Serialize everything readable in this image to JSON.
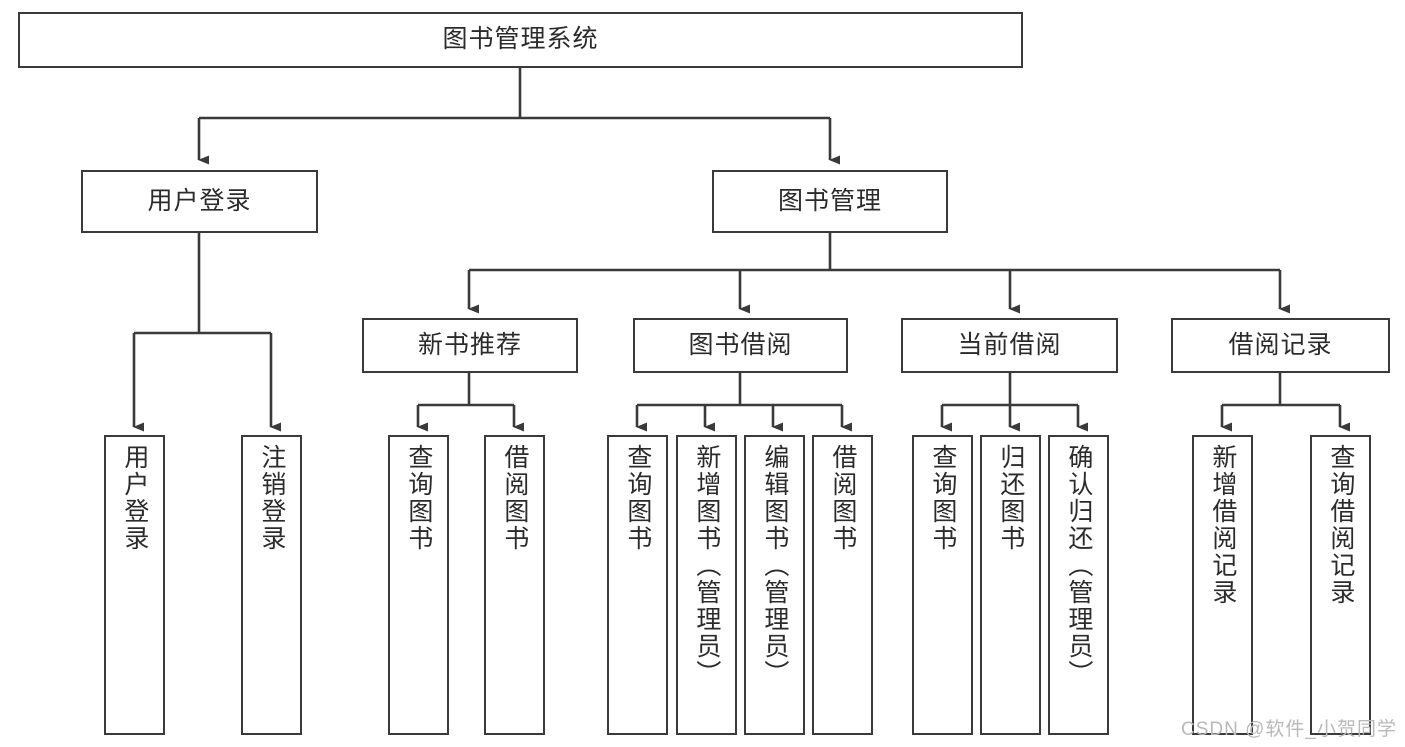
{
  "diagram": {
    "title": "图书管理系统",
    "type": "tree",
    "watermark": "CSDN @软件_小贺同学",
    "line_color": "#3a3a3a",
    "box_fill": "#ffffff",
    "text_color": "#2b2b2b",
    "nodes": {
      "root": {
        "label": "图书管理系统"
      },
      "user_login": {
        "label": "用户登录"
      },
      "book_manage": {
        "label": "图书管理"
      },
      "new_book_rec": {
        "label": "新书推荐"
      },
      "book_borrow": {
        "label": "图书借阅"
      },
      "current_borrow": {
        "label": "当前借阅"
      },
      "borrow_record": {
        "label": "借阅记录"
      },
      "leaf_user_login": {
        "label": "用户登录"
      },
      "leaf_user_logout": {
        "label": "注销登录"
      },
      "leaf_query_book_1": {
        "label": "查询图书"
      },
      "leaf_borrow_book_1": {
        "label": "借阅图书"
      },
      "leaf_query_book_2": {
        "label": "查询图书"
      },
      "leaf_add_book": {
        "label": "新增图书（管理员）"
      },
      "leaf_edit_book": {
        "label": "编辑图书（管理员）"
      },
      "leaf_borrow_book_2": {
        "label": "借阅图书"
      },
      "leaf_query_book_3": {
        "label": "查询图书"
      },
      "leaf_return_book": {
        "label": "归还图书"
      },
      "leaf_confirm_return": {
        "label": "确认归还（管理员）"
      },
      "leaf_add_record": {
        "label": "新增借阅记录"
      },
      "leaf_query_record": {
        "label": "查询借阅记录"
      }
    },
    "edges": [
      {
        "from": "root",
        "to": "user_login"
      },
      {
        "from": "root",
        "to": "book_manage"
      },
      {
        "from": "user_login",
        "to": "leaf_user_login"
      },
      {
        "from": "user_login",
        "to": "leaf_user_logout"
      },
      {
        "from": "book_manage",
        "to": "new_book_rec"
      },
      {
        "from": "book_manage",
        "to": "book_borrow"
      },
      {
        "from": "book_manage",
        "to": "current_borrow"
      },
      {
        "from": "book_manage",
        "to": "borrow_record"
      },
      {
        "from": "new_book_rec",
        "to": "leaf_query_book_1"
      },
      {
        "from": "new_book_rec",
        "to": "leaf_borrow_book_1"
      },
      {
        "from": "book_borrow",
        "to": "leaf_query_book_2"
      },
      {
        "from": "book_borrow",
        "to": "leaf_add_book"
      },
      {
        "from": "book_borrow",
        "to": "leaf_edit_book"
      },
      {
        "from": "book_borrow",
        "to": "leaf_borrow_book_2"
      },
      {
        "from": "current_borrow",
        "to": "leaf_query_book_3"
      },
      {
        "from": "current_borrow",
        "to": "leaf_return_book"
      },
      {
        "from": "current_borrow",
        "to": "leaf_confirm_return"
      },
      {
        "from": "borrow_record",
        "to": "leaf_add_record"
      },
      {
        "from": "borrow_record",
        "to": "leaf_query_record"
      }
    ]
  }
}
